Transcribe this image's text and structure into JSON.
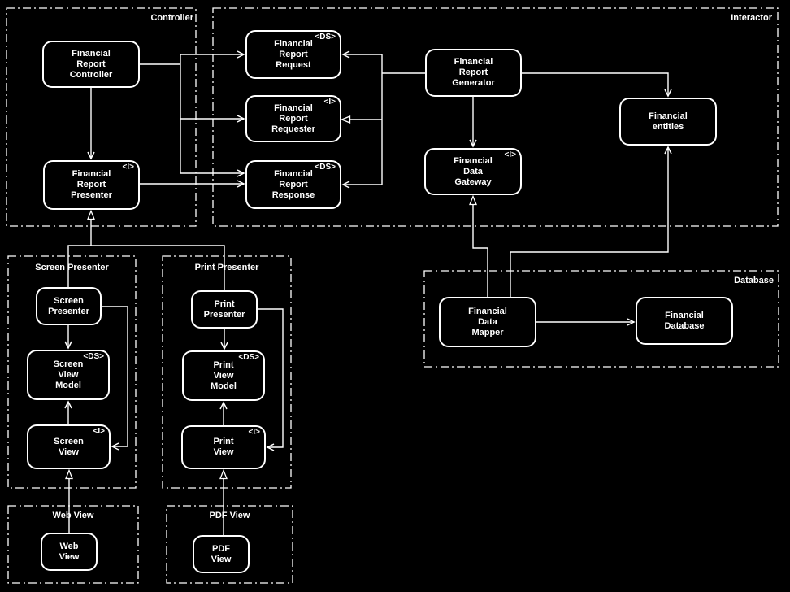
{
  "colors": {
    "background": "#000000",
    "line": "#ffffff",
    "text": "#ffffff"
  },
  "regions": {
    "controller": {
      "label": "Controller"
    },
    "interactor": {
      "label": "Interactor"
    },
    "screen_presenter": {
      "label": "Screen Presenter"
    },
    "print_presenter": {
      "label": "Print Presenter"
    },
    "database": {
      "label": "Database"
    },
    "web_view": {
      "label": "Web View"
    },
    "pdf_view": {
      "label": "PDF View"
    }
  },
  "nodes": {
    "financial_report_controller": {
      "label": "Financial\nReport\nController",
      "marker": ""
    },
    "financial_report_presenter": {
      "label": "Financial\nReport\nPresenter",
      "marker": "<I>"
    },
    "financial_report_request": {
      "label": "Financial\nReport\nRequest",
      "marker": "<DS>"
    },
    "financial_report_requester": {
      "label": "Financial\nReport\nRequester",
      "marker": "<I>"
    },
    "financial_report_response": {
      "label": "Financial\nReport\nResponse",
      "marker": "<DS>"
    },
    "financial_report_generator": {
      "label": "Financial\nReport\nGenerator",
      "marker": ""
    },
    "financial_data_gateway": {
      "label": "Financial\nData\nGateway",
      "marker": "<I>"
    },
    "financial_entities": {
      "label": "Financial\nentities",
      "marker": ""
    },
    "financial_data_mapper": {
      "label": "Financial\nData\nMapper",
      "marker": ""
    },
    "financial_database": {
      "label": "Financial\nDatabase",
      "marker": ""
    },
    "screen_presenter": {
      "label": "Screen\nPresenter",
      "marker": ""
    },
    "screen_view_model": {
      "label": "Screen\nView\nModel",
      "marker": "<DS>"
    },
    "screen_view": {
      "label": "Screen\nView",
      "marker": "<I>"
    },
    "print_presenter": {
      "label": "Print\nPresenter",
      "marker": ""
    },
    "print_view_model": {
      "label": "Print\nView\nModel",
      "marker": "<DS>"
    },
    "print_view": {
      "label": "Print\nView",
      "marker": "<I>"
    },
    "web_view": {
      "label": "Web\nView",
      "marker": ""
    },
    "pdf_view": {
      "label": "PDF\nView",
      "marker": ""
    }
  },
  "edges": [
    {
      "from": "financial_report_controller",
      "to": "financial_report_request",
      "type": "arrow"
    },
    {
      "from": "financial_report_controller",
      "to": "financial_report_requester",
      "type": "arrow"
    },
    {
      "from": "financial_report_controller",
      "to": "financial_report_response",
      "type": "arrow"
    },
    {
      "from": "financial_report_presenter",
      "to": "financial_report_response",
      "type": "arrow"
    },
    {
      "from": "financial_report_controller",
      "to": "financial_report_presenter",
      "type": "arrow"
    },
    {
      "from": "financial_report_generator",
      "to": "financial_report_request",
      "type": "arrow"
    },
    {
      "from": "financial_report_generator",
      "to": "financial_report_requester",
      "type": "generalization"
    },
    {
      "from": "financial_report_generator",
      "to": "financial_report_response",
      "type": "arrow"
    },
    {
      "from": "financial_report_generator",
      "to": "financial_data_gateway",
      "type": "arrow"
    },
    {
      "from": "financial_report_generator",
      "to": "financial_entities",
      "type": "arrow"
    },
    {
      "from": "financial_data_mapper",
      "to": "financial_data_gateway",
      "type": "generalization"
    },
    {
      "from": "financial_data_mapper",
      "to": "financial_entities",
      "type": "arrow"
    },
    {
      "from": "financial_data_mapper",
      "to": "financial_database",
      "type": "arrow"
    },
    {
      "from": "screen_presenter",
      "to": "financial_report_presenter",
      "type": "generalization"
    },
    {
      "from": "print_presenter",
      "to": "financial_report_presenter",
      "type": "generalization"
    },
    {
      "from": "screen_presenter",
      "to": "screen_view_model",
      "type": "arrow"
    },
    {
      "from": "screen_view",
      "to": "screen_view_model",
      "type": "arrow"
    },
    {
      "from": "screen_presenter",
      "to": "screen_view",
      "type": "arrow"
    },
    {
      "from": "web_view",
      "to": "screen_view",
      "type": "generalization"
    },
    {
      "from": "print_presenter",
      "to": "print_view_model",
      "type": "arrow"
    },
    {
      "from": "print_view",
      "to": "print_view_model",
      "type": "arrow"
    },
    {
      "from": "print_presenter",
      "to": "print_view",
      "type": "arrow"
    },
    {
      "from": "pdf_view",
      "to": "print_view",
      "type": "generalization"
    }
  ]
}
